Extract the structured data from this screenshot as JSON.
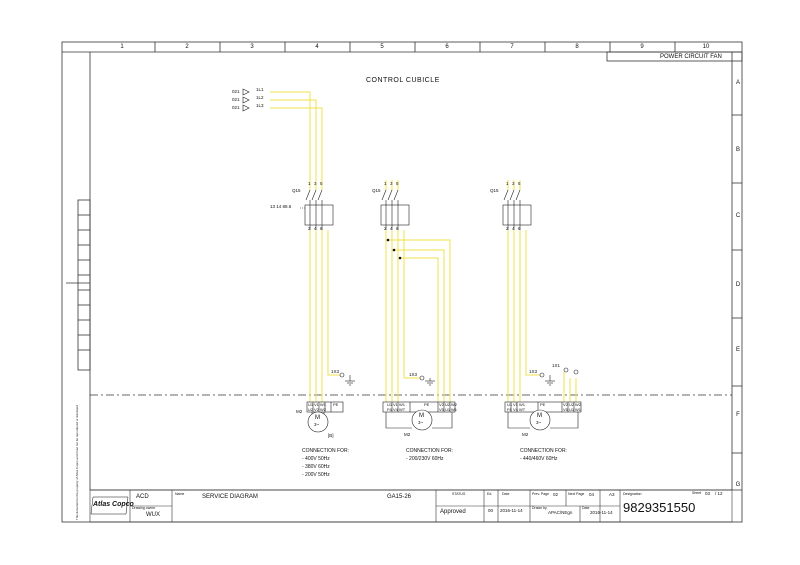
{
  "header": {
    "page_title": "POWER CIRCUIT FAN",
    "columns": [
      "1",
      "2",
      "3",
      "4",
      "5",
      "6",
      "7",
      "8",
      "9",
      "10"
    ],
    "rows": [
      "A",
      "B",
      "C",
      "D",
      "E",
      "F",
      "G"
    ]
  },
  "diagram": {
    "section_title": "CONTROL CUBICLE",
    "supply_source": "021",
    "supply_labels": [
      "1L1",
      "1L2",
      "1L3"
    ],
    "breaker_name": "Q15",
    "breaker_top_terminals": [
      "1",
      "3",
      "5"
    ],
    "breaker_bottom_terminals": [
      "2",
      "4",
      "6"
    ],
    "aux_contact_label": "13 14 88.6",
    "earth_label": "1X3",
    "earth_label_2": "1X1",
    "motor_name": "M2",
    "motor_symbol": "M",
    "motor_phase": "3~",
    "motor1_terminals": [
      "U1",
      "V1",
      "W1",
      "PE"
    ],
    "motor1_terminals_2": [
      "U2",
      "V2",
      "W2"
    ],
    "motor1_note": "[B]",
    "motor23_terminals": [
      "U1",
      "V1",
      "W1",
      "PE",
      "V2",
      "U2",
      "W2"
    ],
    "motor23_terminal_refs": [
      "F6",
      "V4",
      "WT",
      "",
      "V5",
      "U1",
      "W1"
    ],
    "connection_heading": "CONNECTION FOR:",
    "motor1_voltages": [
      "- 400V 50Hz",
      "- 380V 60Hz",
      "- 200V 50Hz"
    ],
    "motor2_voltages": [
      "- 200/230V 60Hz"
    ],
    "motor3_voltages": [
      "- 440/460V 60Hz"
    ]
  },
  "title_block": {
    "logo_text": "Atlas Copco",
    "company": "ACD",
    "drawing_owner_label": "Drawing owner",
    "drawing_owner": "WUX",
    "name_label": "Name",
    "name": "SERVICE DIAGRAM",
    "model": "GA15-26",
    "status_label": "STATUS",
    "status": "Approved",
    "ed_label": "Ed.",
    "edition": "00",
    "date_label": "Date",
    "date": "2016-11-14",
    "prev_page_label": "Prev. Page",
    "prev_page": "02",
    "next_page_label": "Next Page",
    "next_page": "04",
    "format": "A3",
    "drawn_by_label": "Drawn by",
    "drawn_by": "APAC/NEgn",
    "date2_label": "Date",
    "date2": "2016-11-14",
    "designation_label": "Designation",
    "designation": "9829351550",
    "sheet_label": "Sheet",
    "sheet": "03",
    "sheet_total": "/ 12",
    "side_note": "This document is the property of Atlas Copco and must not be reproduced or disclosed"
  },
  "colors": {
    "wire": "#f1e24a",
    "ink": "#222222",
    "border": "#333333"
  }
}
